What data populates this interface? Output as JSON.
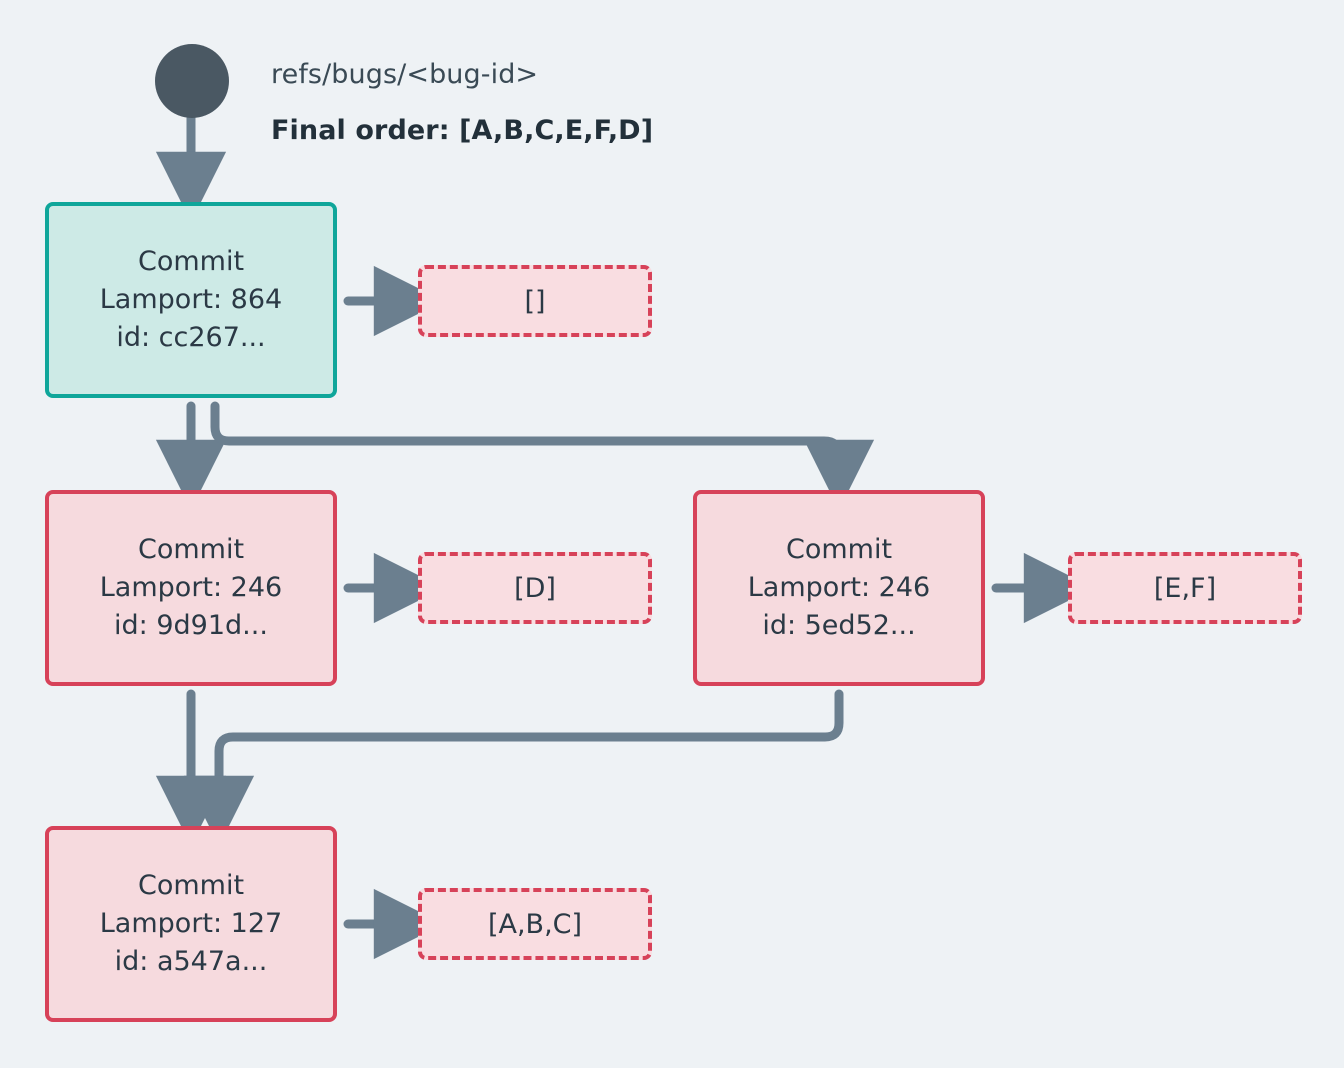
{
  "diagram": {
    "background_color": "#eef2f5",
    "root_color": "#4a5863",
    "edge_color": "#6b7f8f",
    "accent_teal": "#0fa69a",
    "accent_crimson": "#d74259",
    "header": {
      "ref": "refs/bugs/<bug-id>",
      "final_order": "Final order: [A,B,C,E,F,D]"
    },
    "commits": [
      {
        "id": "commit-cc267",
        "title": "Commit",
        "lamport": "Lamport: 864",
        "hash": "id: cc267...",
        "ops": "[]"
      },
      {
        "id": "commit-9d91d",
        "title": "Commit",
        "lamport": "Lamport: 246",
        "hash": "id: 9d91d...",
        "ops": "[D]"
      },
      {
        "id": "commit-5ed52",
        "title": "Commit",
        "lamport": "Lamport: 246",
        "hash": "id: 5ed52...",
        "ops": "[E,F]"
      },
      {
        "id": "commit-a547a",
        "title": "Commit",
        "lamport": "Lamport: 127",
        "hash": "id: a547a...",
        "ops": "[A,B,C]"
      }
    ]
  }
}
